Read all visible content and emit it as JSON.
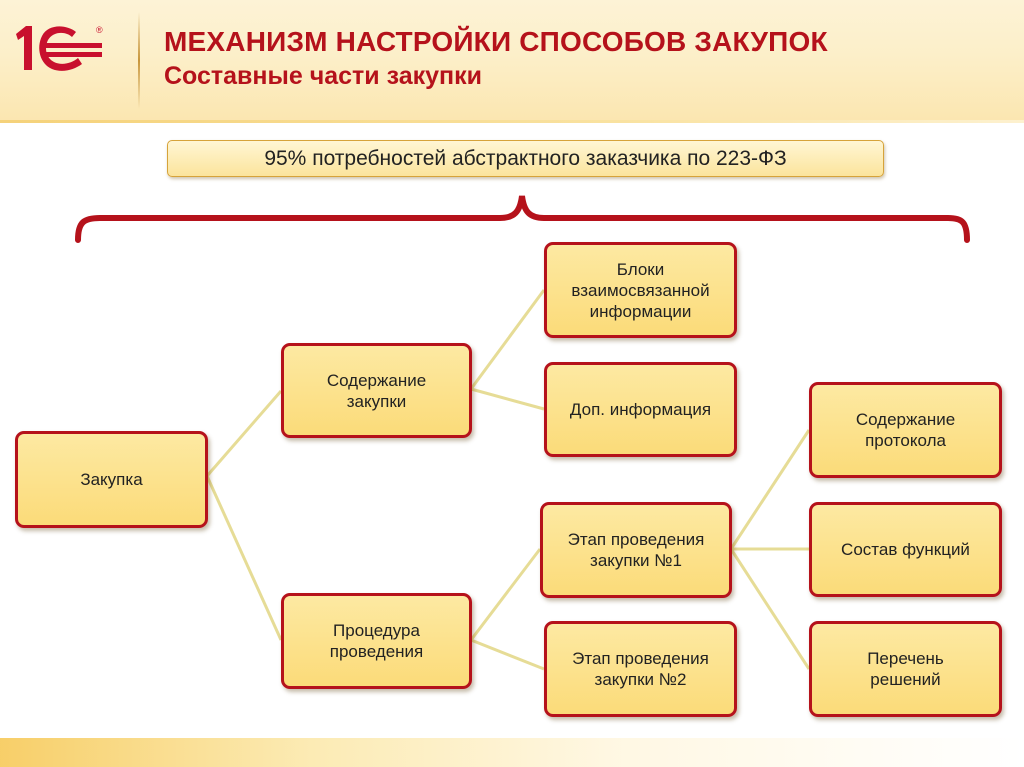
{
  "header": {
    "title": "МЕХАНИЗМ НАСТРОЙКИ СПОСОБОВ ЗАКУПОК",
    "subtitle": "Составные части закупки",
    "logo_text": "1С"
  },
  "banner": {
    "text": "95% потребностей абстрактного заказчика по 223-ФЗ"
  },
  "nodes": {
    "root": "Закупка",
    "content": "Содержание закупки",
    "procedure": "Процедура проведения",
    "blocks": "Блоки взаимосвязанной информации",
    "additional": "Доп. информация",
    "stage1": "Этап проведения закупки №1",
    "stage2": "Этап проведения закупки №2",
    "protocol": "Содержание протокола",
    "functions": "Состав функций",
    "decisions": "Перечень решений"
  },
  "colors": {
    "title": "#b5121b",
    "box_border": "#b5121b",
    "box_fill": "#fbdb79",
    "connector": "#e6dc96",
    "brace": "#b5121b"
  }
}
